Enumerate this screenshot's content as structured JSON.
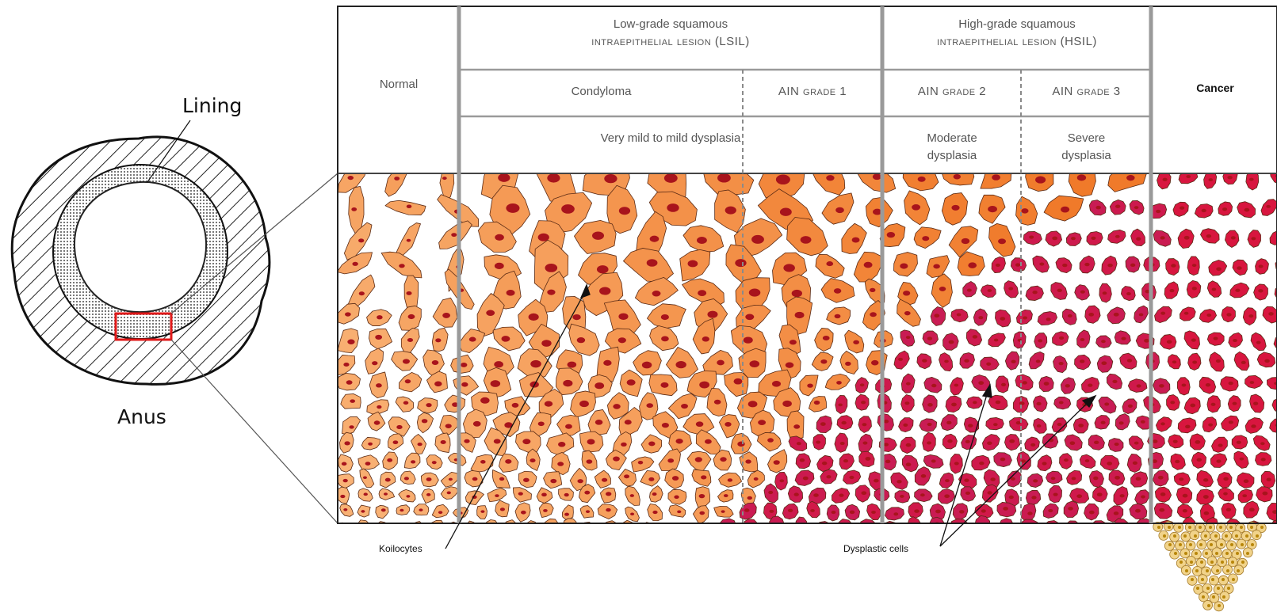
{
  "left_figure": {
    "lining_label": "Lining",
    "anus_label": "Anus"
  },
  "table": {
    "normal_label": "Normal",
    "lsil_label": "Low-grade squamous intraepithelial lesion (LSIL)",
    "lsil_line1": "Low-grade squamous",
    "lsil_line2": "intraepithelial lesion (LSIL)",
    "hsil_line1": "High-grade squamous",
    "hsil_line2": "intraepithelial lesion (HSIL)",
    "condyloma": "Condyloma",
    "ain1": "AIN grade 1",
    "ain2": "AIN grade 2",
    "ain3": "AIN grade 3",
    "cancer": "Cancer",
    "mild": "Very mild to mild dysplasia",
    "moderate_line1": "Moderate",
    "moderate_line2": "dysplasia",
    "severe_line1": "Severe",
    "severe_line2": "dysplasia"
  },
  "callouts": {
    "koilocytes": "Koilocytes",
    "dysplastic": "Dysplastic cells"
  },
  "colors": {
    "orange_light": "#f7a868",
    "orange_dark": "#f07a2a",
    "red_cell": "#d8163f",
    "magenta_cell": "#c81c55",
    "nucleus": "#a8141c",
    "yellow_cell": "#f1d38a",
    "grid_line": "#9a9a9a"
  }
}
